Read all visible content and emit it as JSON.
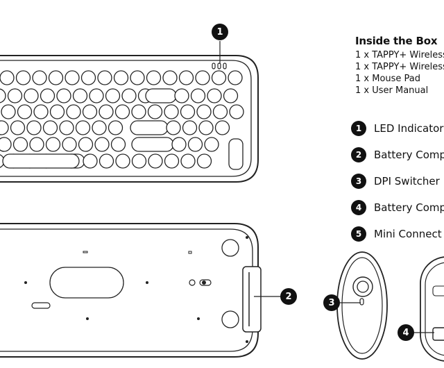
{
  "inside_box": {
    "title": "Inside the Box",
    "items": [
      "1 x TAPPY+ Wireless",
      "1 x TAPPY+ Wireless",
      "1 x Mouse Pad",
      "1 x User Manual"
    ]
  },
  "legend": [
    {
      "number": "1",
      "label": "LED Indicator"
    },
    {
      "number": "2",
      "label": "Battery Comp"
    },
    {
      "number": "3",
      "label": "DPI Switcher"
    },
    {
      "number": "4",
      "label": "Battery Comp"
    },
    {
      "number": "5",
      "label": "Mini Connect"
    }
  ],
  "callouts": {
    "led": "1",
    "battery_keyboard": "2",
    "dpi": "3",
    "battery_mouse": "4"
  },
  "colors": {
    "line": "#222222",
    "badge": "#111111",
    "background": "#ffffff"
  }
}
